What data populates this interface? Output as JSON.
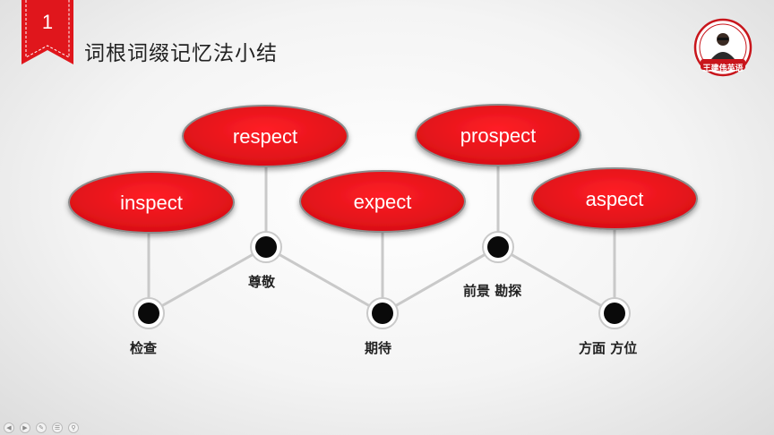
{
  "slide": {
    "number": "1",
    "title": "词根词缀记忆法小结",
    "accent_color": "#e0161c",
    "logo_text": "王建伟英语"
  },
  "words": [
    {
      "word": "inspect",
      "meaning": "检查"
    },
    {
      "word": "respect",
      "meaning": "尊敬"
    },
    {
      "word": "expect",
      "meaning": "期待"
    },
    {
      "word": "prospect",
      "meaning": "前景 勘探"
    },
    {
      "word": "aspect",
      "meaning": "方面 方位"
    }
  ],
  "toolbar": {
    "buttons": [
      "prev-icon",
      "next-icon",
      "pen-icon",
      "menu-icon",
      "zoom-icon"
    ]
  }
}
